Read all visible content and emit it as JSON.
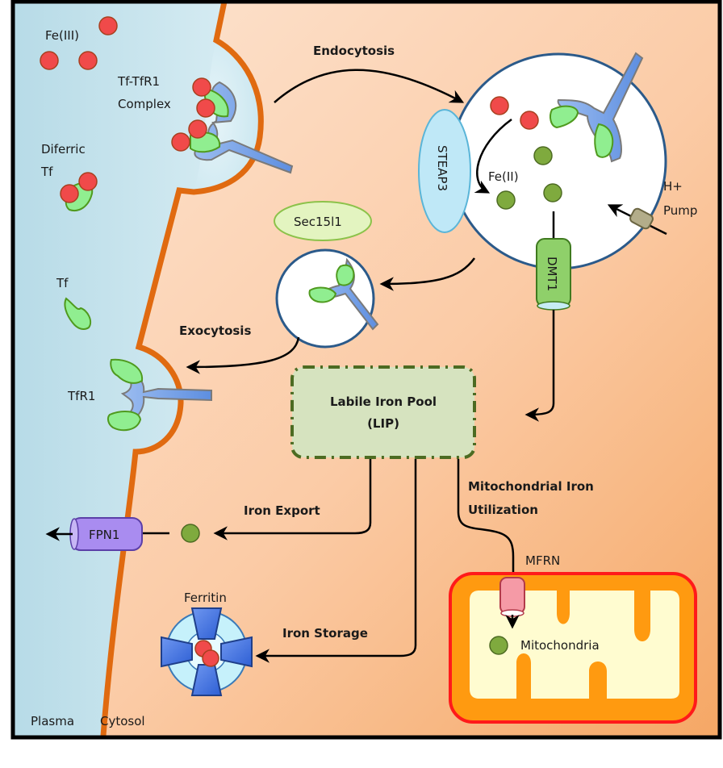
{
  "figure": {
    "title": "Cellular iron uptake, trafficking and utilization diagram",
    "colors": {
      "plasma": "#bfe0ea",
      "cytosol_light": "#fde3cf",
      "cytosol_dark": "#f6b07a",
      "membrane": "#e06a10",
      "fe3": "#f04a4a",
      "fe2": "#7faa3e",
      "tf": "#90ee90",
      "tfr1": "#7fa6e6",
      "steap3": "#bfe8f7",
      "sec15l1": "#e3f4c0",
      "dmt1": "#8fd06a",
      "lip_fill": "#d6e3bf",
      "lip_border": "#4c6b22",
      "fpn1": "#a98cf0",
      "ferritin": "#3d6fe0",
      "mito_outer": "#ff9a10",
      "mito_border": "#ff1a1a",
      "mito_inner": "#fffcd0",
      "mfrn": "#f59aa6"
    }
  },
  "regions": {
    "plasma": "Plasma",
    "cytosol": "Cytosol"
  },
  "labels": {
    "fe3": "Fe(III)",
    "tf_tfr1_line1": "Tf-TfR1",
    "tf_tfr1_line2": "Complex",
    "diferric_line1": "Diferric",
    "diferric_line2": "Tf",
    "tf": "Tf",
    "tfr1": "TfR1",
    "endocytosis": "Endocytosis",
    "steap3": "STEAP3",
    "fe2": "Fe(II)",
    "h_pump_line1": "H+",
    "h_pump_line2": "Pump",
    "dmt1": "DMT1",
    "sec15l1": "Sec15l1",
    "exocytosis": "Exocytosis",
    "lip_line1": "Labile Iron Pool",
    "lip_line2": "(LIP)",
    "iron_export": "Iron Export",
    "fpn1": "FPN1",
    "mito_util_line1": "Mitochondrial Iron",
    "mito_util_line2": "Utilization",
    "mfrn": "MFRN",
    "ferritin": "Ferritin",
    "iron_storage": "Iron Storage",
    "mitochondria": "Mitochondria"
  }
}
